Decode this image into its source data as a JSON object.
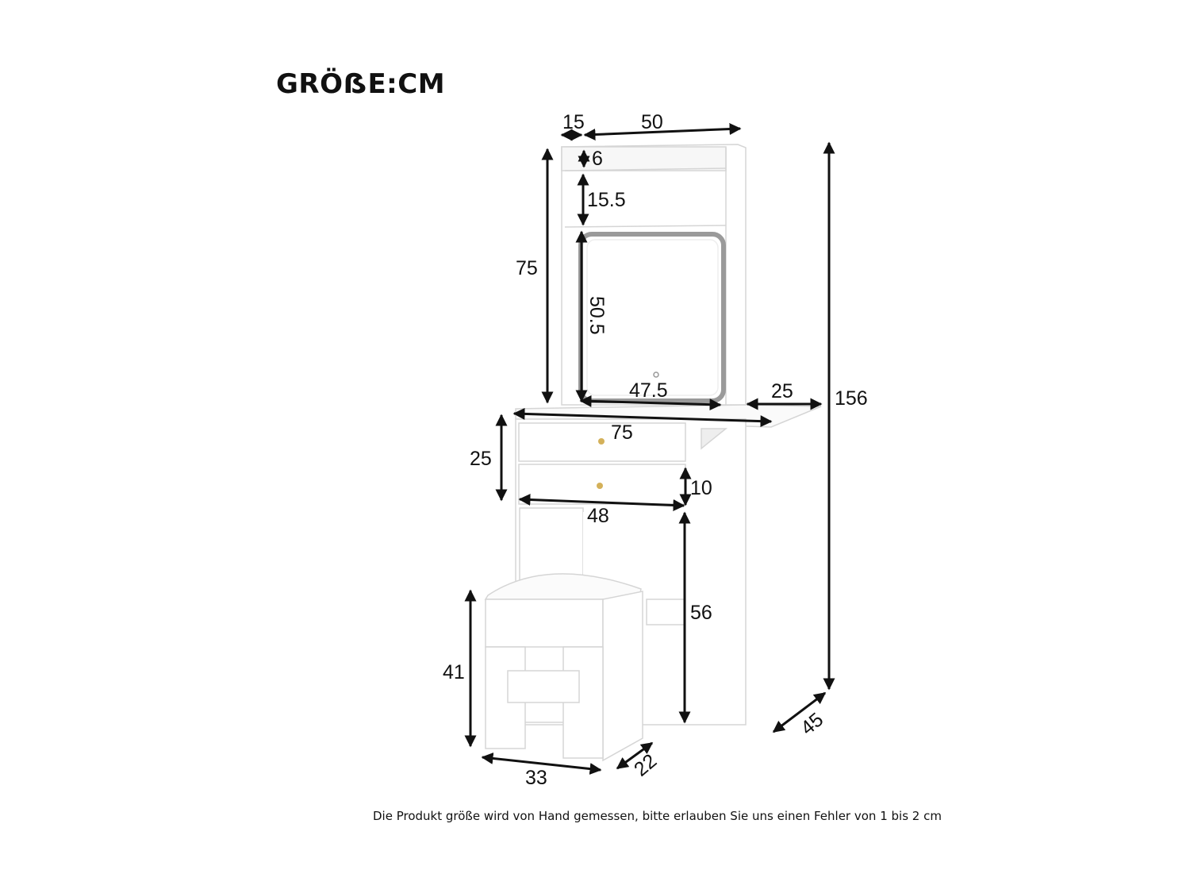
{
  "title": "GRÖẞE:CM",
  "footnote": "Die Produkt größe wird von Hand gemessen, bitte erlauben Sie uns einen Fehler von 1 bis 2 cm",
  "dimensions": {
    "side_depth_top": "15",
    "top_width": "50",
    "top_panel_height": "6",
    "shelf_height": "15.5",
    "upper_height": "75",
    "mirror_height": "50.5",
    "mirror_width": "47.5",
    "extension_width": "25",
    "total_height": "156",
    "desk_width": "75",
    "drawer_section_height": "25",
    "drawer_height": "10",
    "drawer_width": "48",
    "leg_height": "56",
    "depth": "45",
    "stool_height": "41",
    "stool_width": "33",
    "stool_depth": "22"
  },
  "colors": {
    "line": "#111111",
    "furniture": "#ffffff",
    "edge": "#d8d8d8",
    "mirror_frame": "#9a9a9a",
    "knob": "#d4b15a"
  }
}
